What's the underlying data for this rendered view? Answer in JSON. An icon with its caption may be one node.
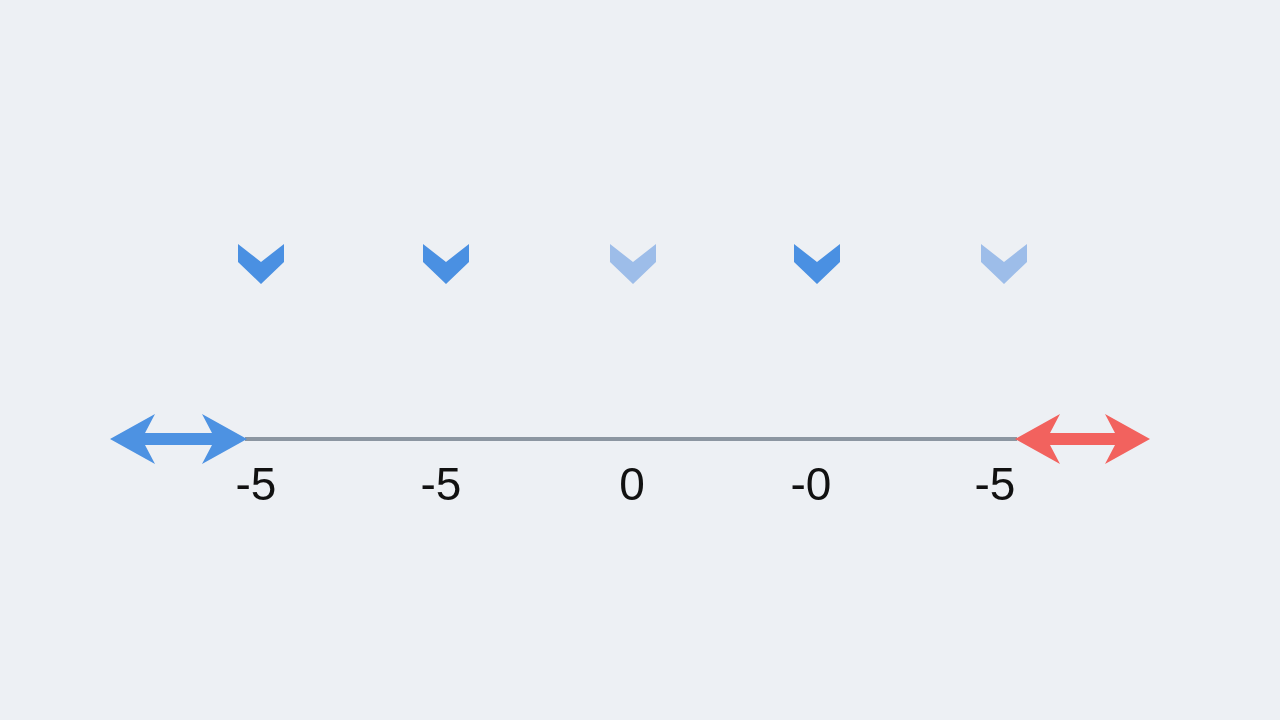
{
  "diagram": {
    "labels": [
      "-5",
      "-5",
      "0",
      "-0",
      "-5"
    ]
  }
}
